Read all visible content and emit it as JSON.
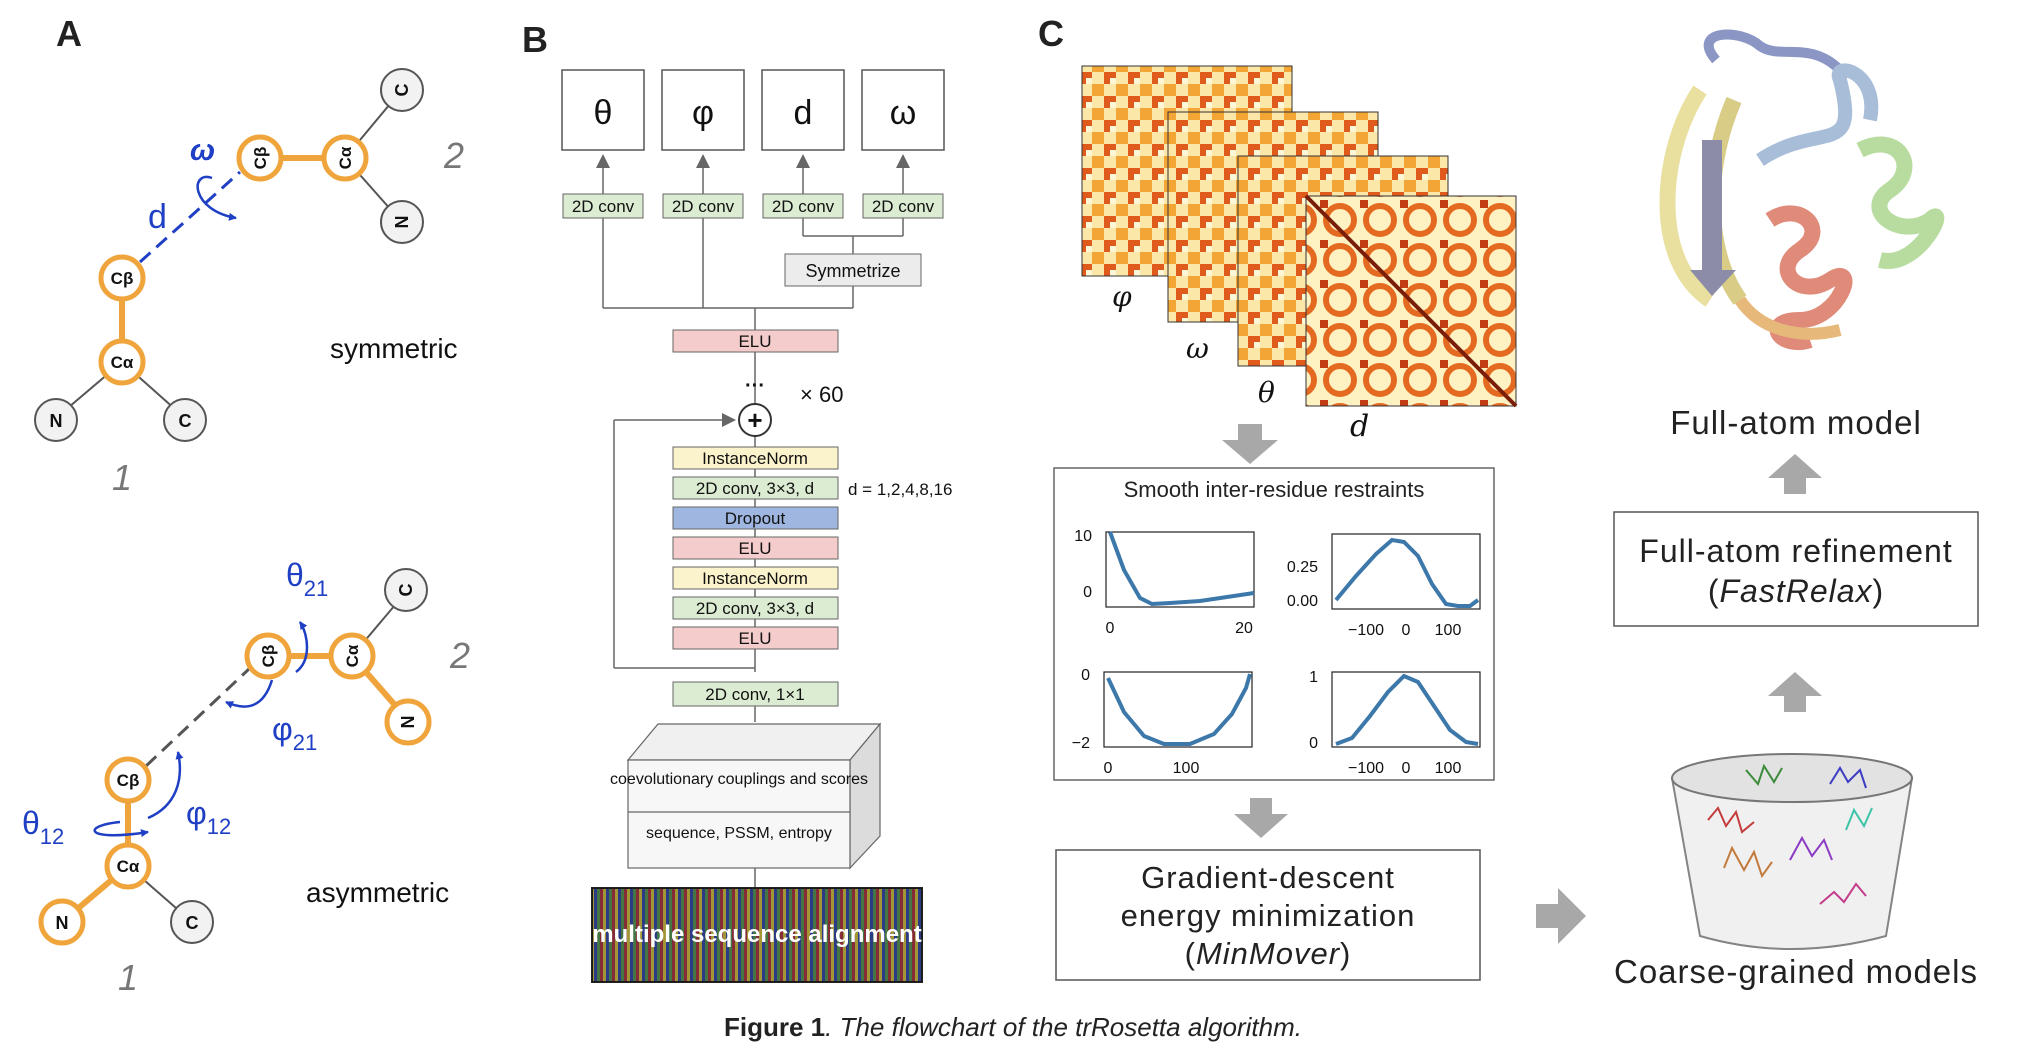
{
  "panel_a": {
    "label": "A",
    "sym": {
      "cb1": "Cβ",
      "ca1": "Cα",
      "n1": "N",
      "c1": "C",
      "cb2": "Cβ",
      "ca2": "Cα",
      "n2": "N",
      "c2": "C",
      "d": "d",
      "omega": "ω",
      "num1": "1",
      "num2": "2",
      "type": "symmetric"
    },
    "asym": {
      "cb1": "Cβ",
      "ca1": "Cα",
      "n1": "N",
      "c1": "C",
      "cb2": "Cβ",
      "ca2": "Cα",
      "n2": "N",
      "c2": "C",
      "theta12": "θ",
      "theta12_sub": "12",
      "phi12": "φ",
      "phi12_sub": "12",
      "theta21": "θ",
      "theta21_sub": "21",
      "phi21": "φ",
      "phi21_sub": "21",
      "num1": "1",
      "num2": "2",
      "type": "asymmetric"
    },
    "colors": {
      "orange": "#f0a53c",
      "blue": "#1f3fc4",
      "gray": "#555555"
    }
  },
  "panel_b": {
    "label": "B",
    "outputs": [
      "θ",
      "φ",
      "d",
      "ω"
    ],
    "conv_heads": [
      "2D conv",
      "2D conv",
      "2D conv",
      "2D conv"
    ],
    "symmetrize": "Symmetrize",
    "elu_top": "ELU",
    "dots": "···",
    "repeat": "× 60",
    "plus": "+",
    "block": [
      "InstanceNorm",
      "2D conv, 3×3, d",
      "Dropout",
      "ELU",
      "InstanceNorm",
      "2D conv, 3×3, d",
      "ELU"
    ],
    "dilation_note": "d = 1,2,4,8,16",
    "conv1x1": "2D conv, 1×1",
    "features_top": "coevolutionary couplings and scores",
    "features_bottom": "sequence, PSSM, entropy",
    "msa": "multiple sequence alignment",
    "colors": {
      "green": "#dcecd2",
      "pink": "#f5cccc",
      "yellow": "#fbf3cc",
      "blue": "#9fb7e0",
      "gray": "#ececec"
    }
  },
  "panel_c": {
    "label": "C",
    "maps": [
      "φ",
      "ω",
      "θ",
      "d"
    ],
    "restraints_title": "Smooth inter-residue restraints",
    "plots": [
      {
        "yticks": [
          "10",
          "0"
        ],
        "xticks": [
          "0",
          "20"
        ]
      },
      {
        "yticks": [
          "0.25",
          "0.00"
        ],
        "xticks": [
          "−100",
          "0",
          "100"
        ]
      },
      {
        "yticks": [
          "0",
          "−2"
        ],
        "xticks": [
          "0",
          "100"
        ]
      },
      {
        "yticks": [
          "1",
          "0"
        ],
        "xticks": [
          "−100",
          "0",
          "100"
        ]
      }
    ],
    "minimization": [
      "Gradient-descent",
      "energy minimization",
      "MinMover"
    ],
    "coarse": "Coarse-grained models",
    "refinement": [
      "Full-atom refinement",
      "FastRelax"
    ],
    "full_atom": "Full-atom model",
    "colors": {
      "line": "#3c78aa",
      "arrow": "#a8a8a8"
    }
  },
  "caption": {
    "bold": "Figure 1",
    "text": ". The flowchart of the trRosetta algorithm."
  }
}
